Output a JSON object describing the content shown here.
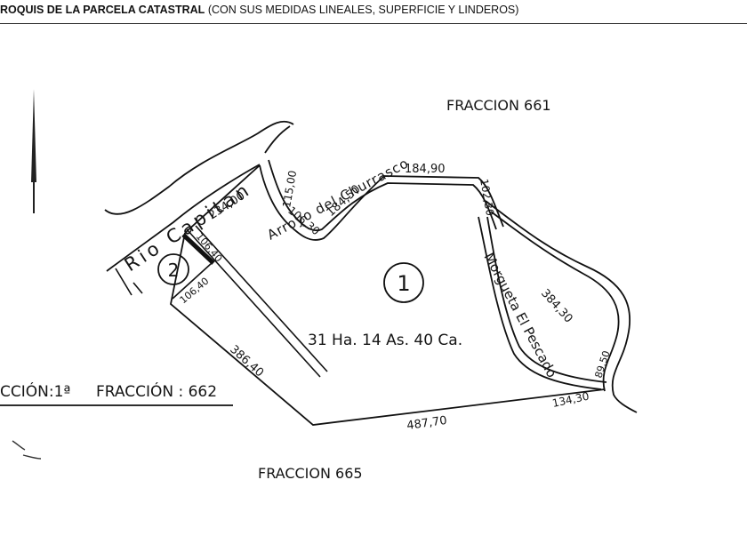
{
  "header": {
    "title": "ROQUIS DE LA PARCELA CATASTRAL",
    "subtitle": "(CON SUS MEDIDAS LINEALES, SUPERFICIE Y LINDEROS)"
  },
  "neighbors": {
    "north": "FRACCION  661",
    "south": "FRACCION  665",
    "west_a": "CCIÓN:1ª",
    "west_b": "FRACCIÓN : 662"
  },
  "watercourses": {
    "river": "Rio Capitan",
    "stream": "Arroyo del Churrasco",
    "creek": "Morgueta El Pescado"
  },
  "parcels": {
    "p1": "1",
    "p2": "2"
  },
  "area": "31 Ha.  14 As.  40 Ca.",
  "measures": {
    "m234": "234,00",
    "m115": "115,00",
    "m106_30": "106,30",
    "m184_50": "184,50",
    "m184_90": "184,90",
    "m102_30": "102,30",
    "m384_30": "384,30",
    "m89_50": "89,50",
    "m134_30": "134,30",
    "m487_70": "487,70",
    "m386_40": "386,40",
    "m106_40a": "106,40",
    "m106_40b": "106,40"
  }
}
